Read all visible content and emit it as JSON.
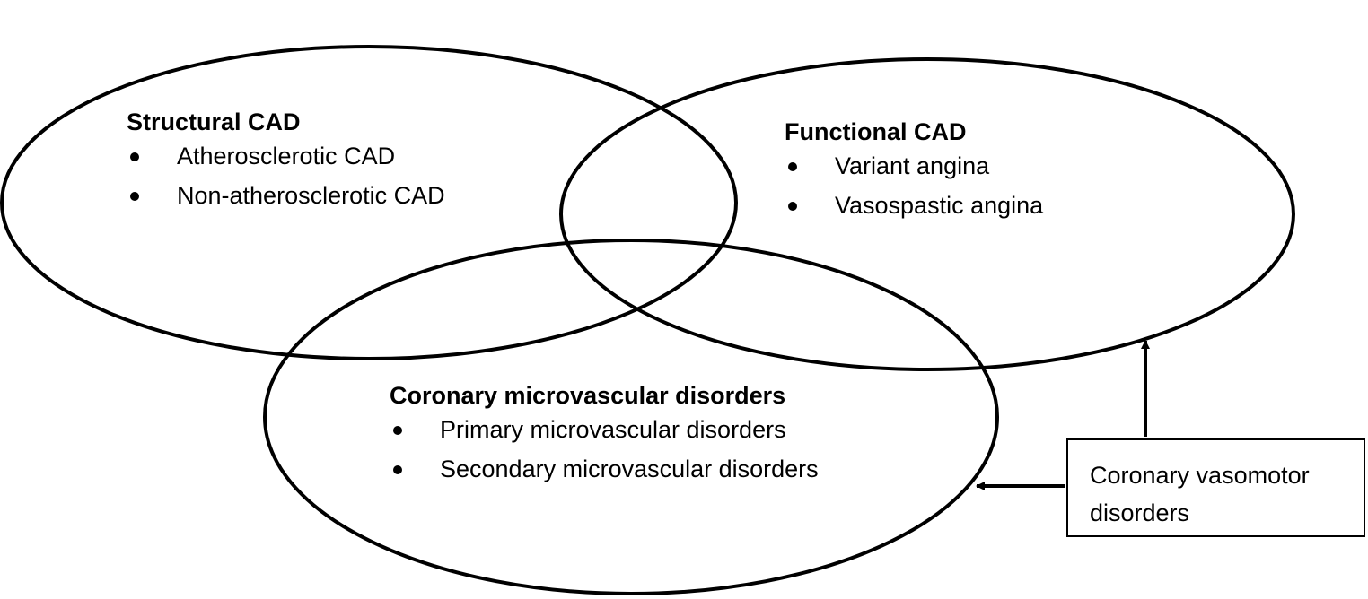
{
  "diagram": {
    "line_color": "#000000",
    "background": "#ffffff",
    "groups": {
      "structural": {
        "title": "Structural CAD",
        "items": [
          "Atherosclerotic CAD",
          "Non-atherosclerotic CAD"
        ]
      },
      "functional": {
        "title": "Functional CAD",
        "items": [
          "Variant angina",
          "Vasospastic angina"
        ]
      },
      "microvascular": {
        "title": "Coronary microvascular disorders",
        "items": [
          "Primary microvascular disorders",
          "Secondary microvascular disorders"
        ]
      }
    },
    "vasomotor_box": {
      "line1": "Coronary vasomotor",
      "line2": "disorders"
    }
  }
}
